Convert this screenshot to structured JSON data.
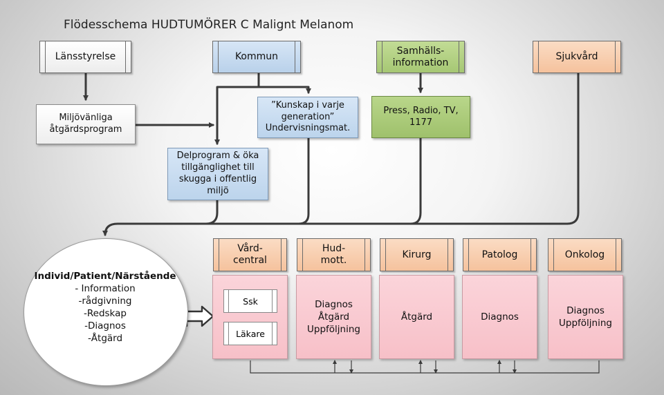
{
  "title": "Flödesschema HUDTUMÖRER C Malignt Melanom",
  "sources": {
    "lansstyrelse": "Länsstyrelse",
    "kommun": "Kommun",
    "samhallsinfo": "Samhälls-\ninformation",
    "sjukvard": "Sjukvård"
  },
  "nodes": {
    "miljovanliga": "Miljövänliga\nåtgärdsprogram",
    "kunskap": "”Kunskap i varje\ngeneration”\nUndervisningsmat.",
    "press": "Press, Radio, TV,\n1177",
    "delprogram": "Delprogram & öka\ntillgänglighet till\nskugga i offentlig\nmiljö"
  },
  "individ": {
    "heading": "Individ/Patient/Närstående",
    "lines": [
      "- Information",
      "-rådgivning",
      "-Redskap",
      "-Diagnos",
      "-Åtgärd"
    ]
  },
  "care_units": [
    {
      "label": "Vård-\ncentral",
      "content": ""
    },
    {
      "label": "Hud-\nmott.",
      "content": "Diagnos\nÅtgärd\nUppföljning"
    },
    {
      "label": "Kirurg",
      "content": "Åtgärd"
    },
    {
      "label": "Patolog",
      "content": "Diagnos"
    },
    {
      "label": "Onkolog",
      "content": "Diagnos\nUppföljning"
    }
  ],
  "vardcentral_staff": [
    "Ssk",
    "Läkare"
  ],
  "colors": {
    "grey_box": "#ececec",
    "blue_box": "#b9d1ea",
    "green_box": "#a6c774",
    "peach_box": "#f5c29d",
    "pink_box": "#f7c0c8",
    "connector": "#3a3a3a"
  }
}
